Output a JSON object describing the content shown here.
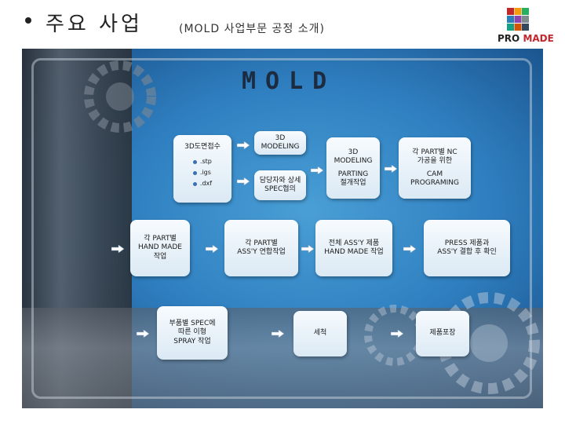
{
  "header": {
    "title": "주요 사업",
    "subtitle": "(MOLD 사업부문 공정 소개)",
    "logo": {
      "pro": "PRO",
      "made": "MADE",
      "accent": "#c2272d"
    }
  },
  "panel": {
    "heading": "MOLD",
    "colors": {
      "background": "#2f7fc0",
      "card": "#eef5fb",
      "arrow": "#ffffff"
    }
  },
  "steps": {
    "s1": {
      "title": "3D도면접수",
      "exts": [
        ".stp",
        ".igs",
        ".dxf"
      ]
    },
    "s2": {
      "line1": "3D",
      "line2": "MODELING"
    },
    "s3": {
      "line1": "담당자와 상세",
      "line2": "SPEC협의"
    },
    "s4": {
      "line1": "3D",
      "line2": "MODELING",
      "line3": "PARTING",
      "line4": "절개작업"
    },
    "s5": {
      "line1": "각 PART별 NC",
      "line2": "가공을 위한",
      "line3": "CAM",
      "line4": "PROGRAMING"
    },
    "s6": {
      "line1": "각 PART별",
      "line2": "HAND MADE",
      "line3": "작업"
    },
    "s7": {
      "line1": "각 PART별",
      "line2": "ASS'Y 연합작업"
    },
    "s8": {
      "line1": "전체 ASS'Y 제품",
      "line2": "HAND MADE 작업"
    },
    "s9": {
      "line1": "PRESS 제품과",
      "line2": "ASS'Y 결합 후 확인"
    },
    "s10": {
      "line1": "부품별 SPEC에",
      "line2": "따른 이형",
      "line3": "SPRAY 작업"
    },
    "s11": {
      "line1": "세척"
    },
    "s12": {
      "line1": "제품포장"
    }
  }
}
